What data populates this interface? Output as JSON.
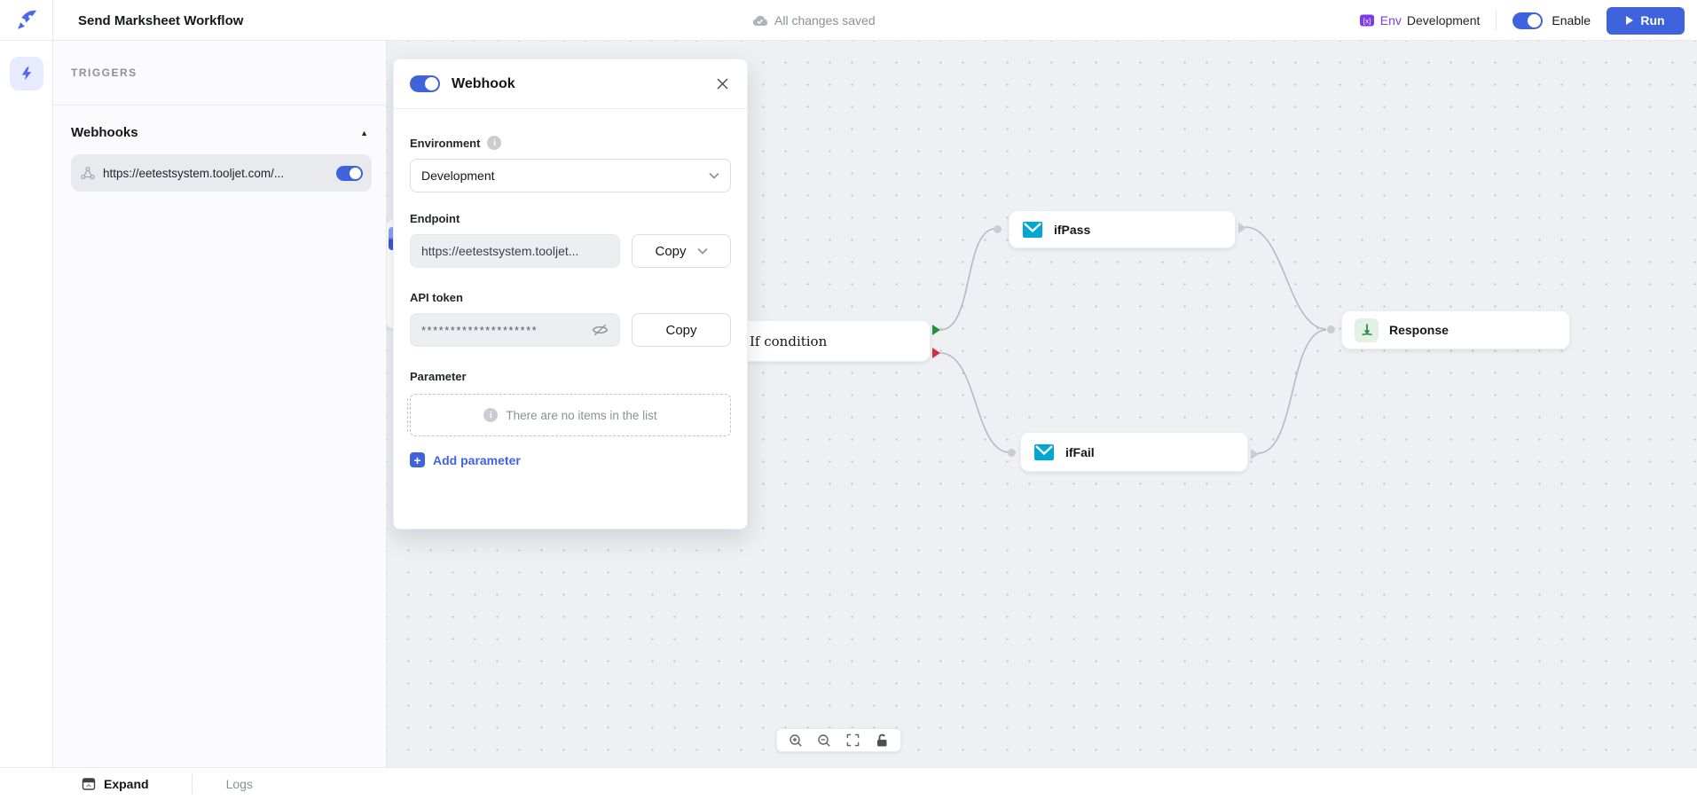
{
  "header": {
    "title": "Send Marksheet Workflow",
    "save_status": "All changes saved",
    "env_label": "Env",
    "env_value": "Development",
    "enable_label": "Enable",
    "run_label": "Run"
  },
  "sidebar": {
    "section_title": "TRIGGERS",
    "group_title": "Webhooks",
    "collapse_caret": "▲",
    "webhook_url": "https://eetestsystem.tooljet.com/..."
  },
  "modal": {
    "title": "Webhook",
    "environment_label": "Environment",
    "environment_info": "i",
    "environment_value": "Development",
    "endpoint_label": "Endpoint",
    "endpoint_value": "https://eetestsystem.tooljet...",
    "endpoint_copy_label": "Copy",
    "api_token_label": "API token",
    "api_token_masked": "********************",
    "api_token_copy_label": "Copy",
    "parameter_label": "Parameter",
    "empty_info": "i",
    "empty_list_text": "There are no items in the list",
    "add_parameter_label": "Add parameter"
  },
  "canvas": {
    "nodes": [
      {
        "id": "if-condition",
        "label": "If condition",
        "icon": "none"
      },
      {
        "id": "ifPass",
        "label": "ifPass",
        "icon": "smtp-email"
      },
      {
        "id": "ifFail",
        "label": "ifFail",
        "icon": "smtp-email"
      },
      {
        "id": "response",
        "label": "Response",
        "icon": "response-output"
      }
    ]
  },
  "footer": {
    "expand_label": "Expand",
    "logs_label": "Logs"
  },
  "colors": {
    "accent_blue": "#3E63DD",
    "logo_blue": "#4d68f0",
    "env_purple": "#7c3aed",
    "canvas_bg": "#eef0f3",
    "edge_gray": "#b6bac2",
    "handle_green": "#23923d",
    "handle_red": "#d62f3d",
    "email_cyan": "#00a7d3",
    "response_green": "#2f8f46"
  }
}
